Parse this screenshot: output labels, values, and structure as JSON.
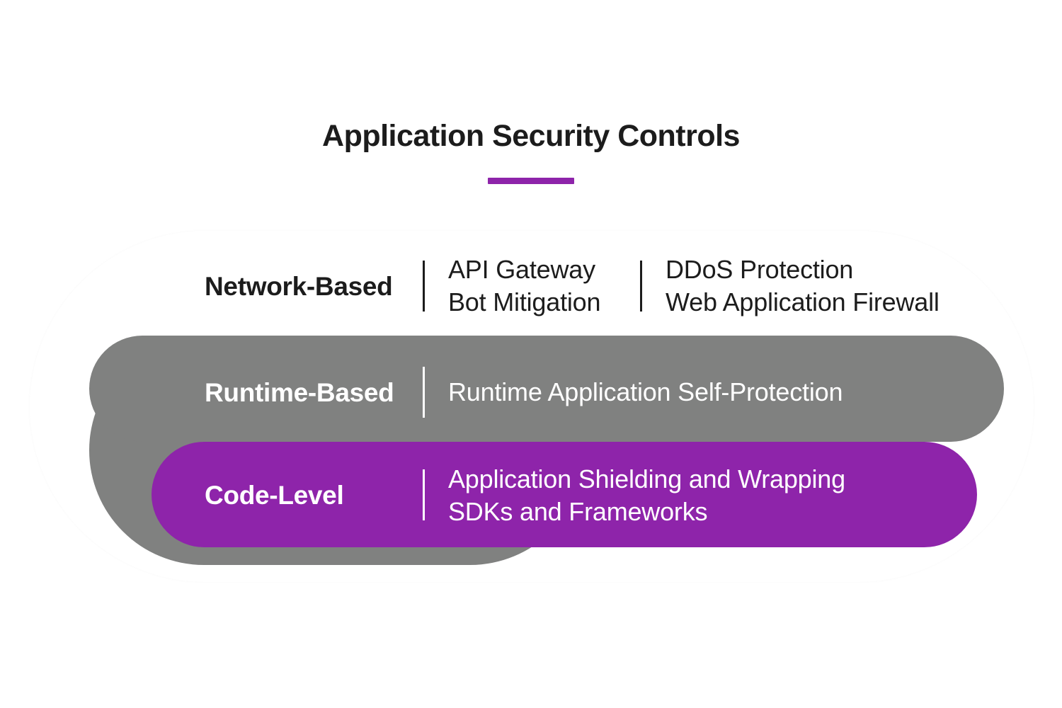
{
  "title": "Application Security Controls",
  "colors": {
    "accent": "#8e24aa",
    "gray_band": "#808180",
    "dark_text": "#1c1c1c",
    "light_text": "#ffffff"
  },
  "layers": [
    {
      "label": "Network-Based",
      "items": [
        "API Gateway",
        "Bot Mitigation",
        "DDoS Protection",
        "Web Application Firewall"
      ]
    },
    {
      "label": "Runtime-Based",
      "items": [
        "Runtime Application Self-Protection"
      ]
    },
    {
      "label": "Code-Level",
      "items": [
        "Application Shielding and Wrapping",
        "SDKs and Frameworks"
      ]
    }
  ]
}
